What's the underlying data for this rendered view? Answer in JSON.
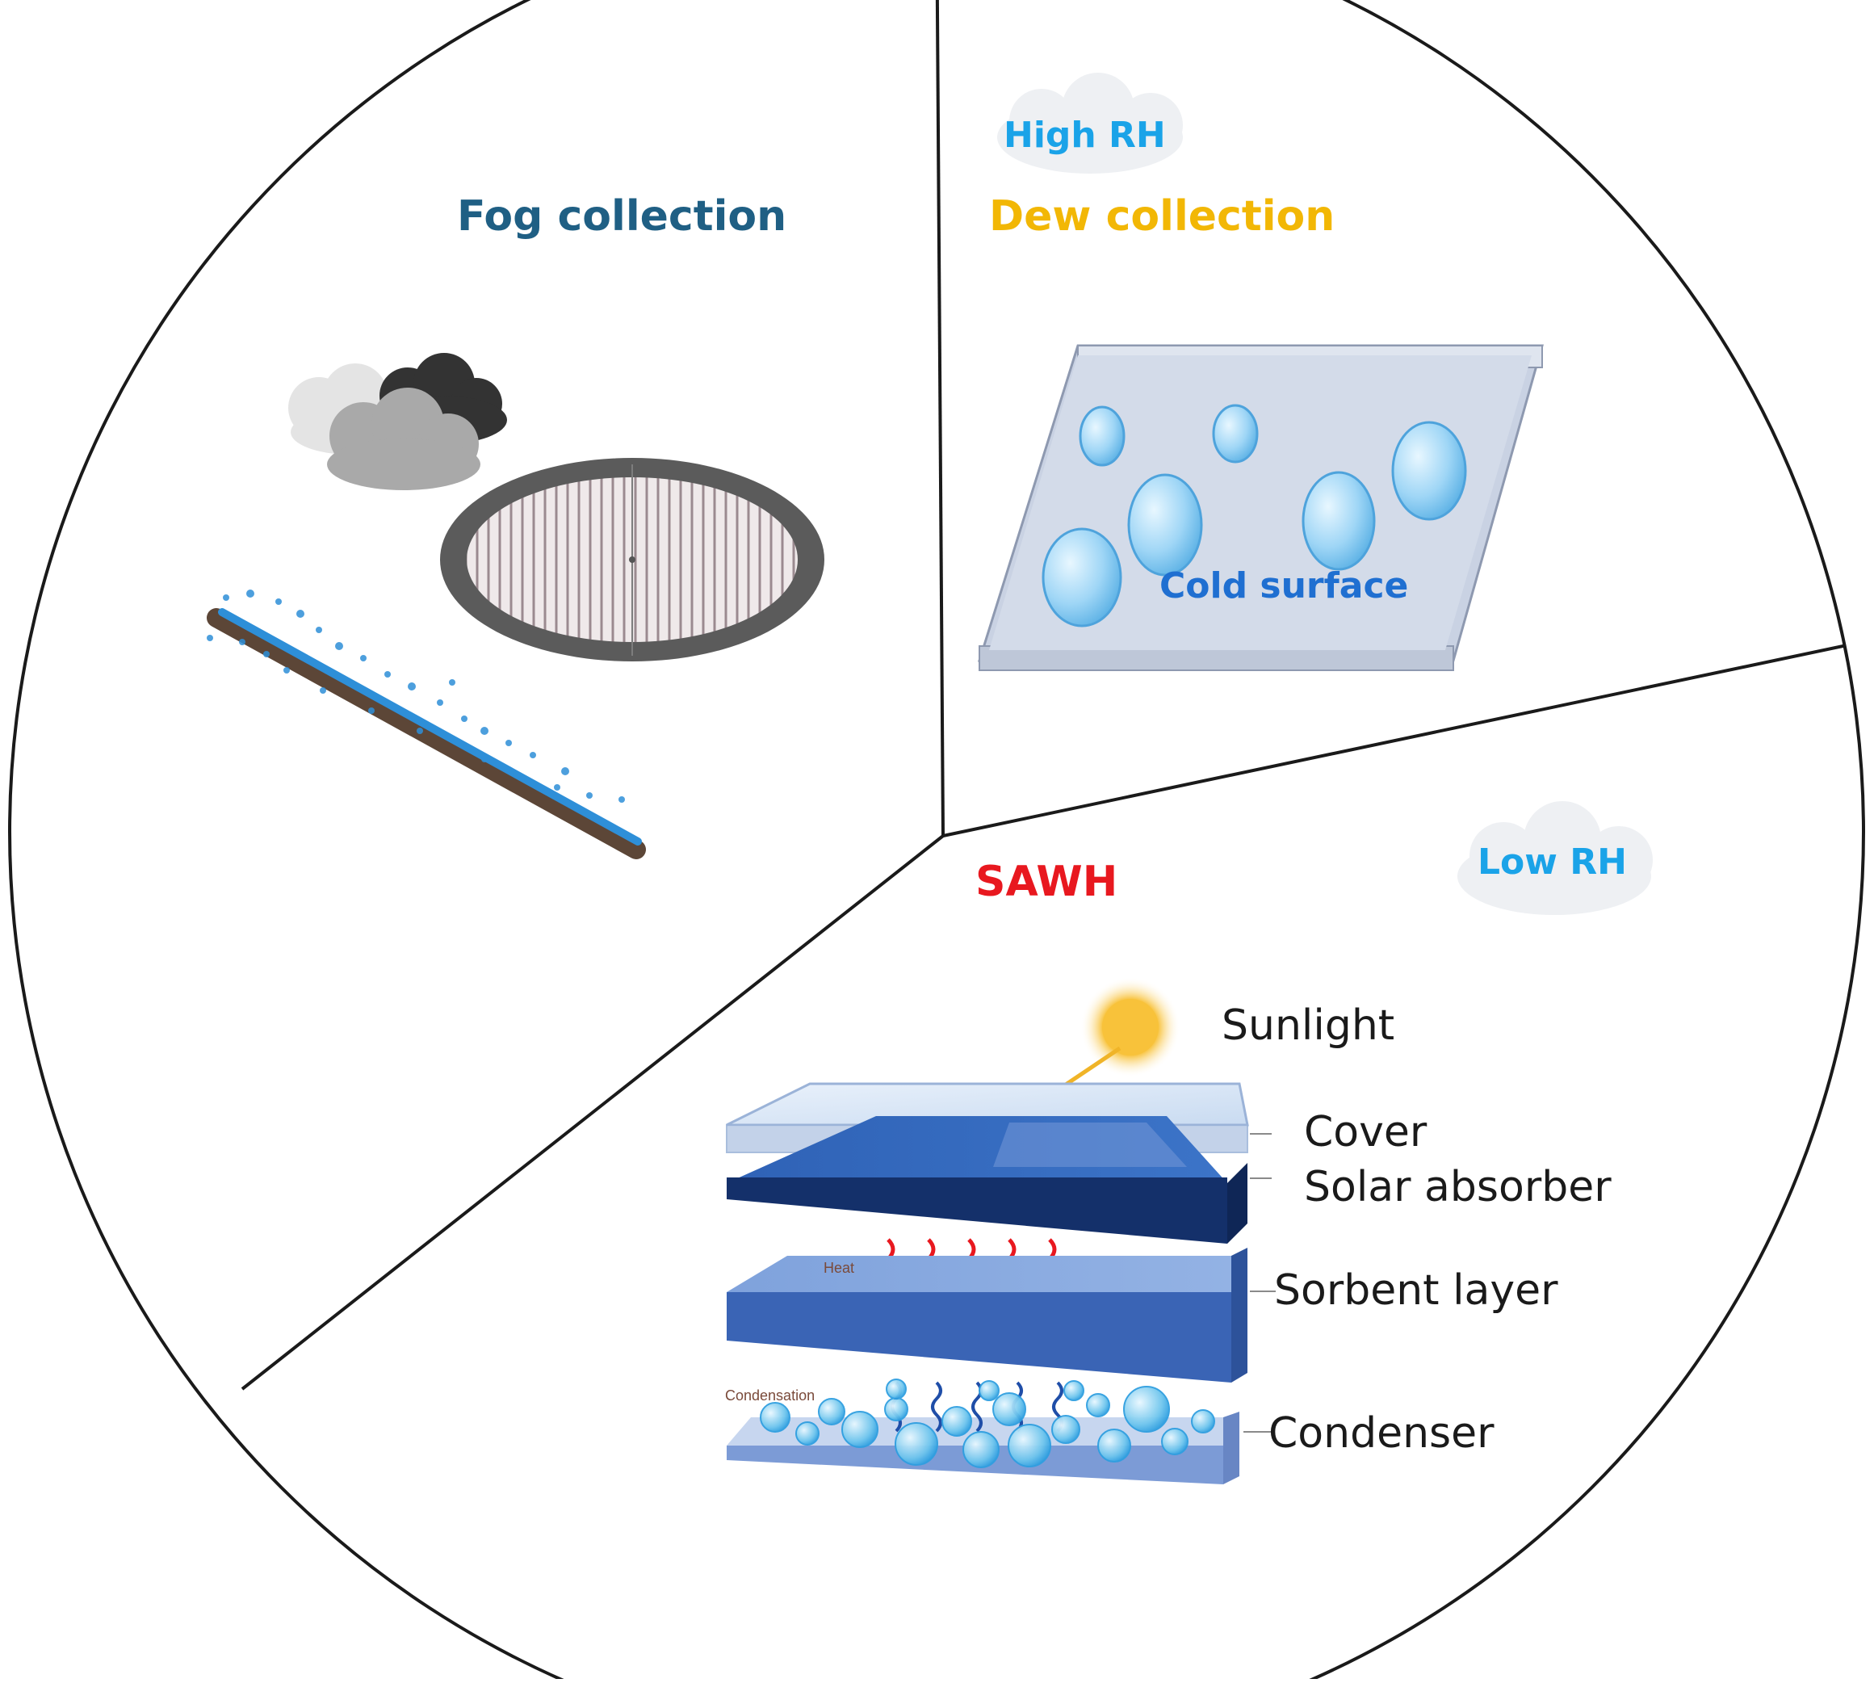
{
  "sections": {
    "fog": {
      "title": "Fog collection",
      "color": "#1f5f84"
    },
    "dew": {
      "title": "Dew collection",
      "color": "#f2b705",
      "humidity": "High RH",
      "surface": "Cold surface"
    },
    "sawh": {
      "title": "SAWH",
      "color": "#e8181f",
      "humidity": "Low RH",
      "layers": {
        "sunlight": "Sunlight",
        "cover": "Cover",
        "absorber": "Solar absorber",
        "sorbent": "Sorbent layer",
        "condenser": "Condenser"
      },
      "small_labels": {
        "heat": "Heat",
        "condensation": "Condensation"
      }
    }
  },
  "colors": {
    "humidity_text": "#1aa3e8",
    "surface_text": "#1f6fd1",
    "outline": "#1a1a1a"
  }
}
